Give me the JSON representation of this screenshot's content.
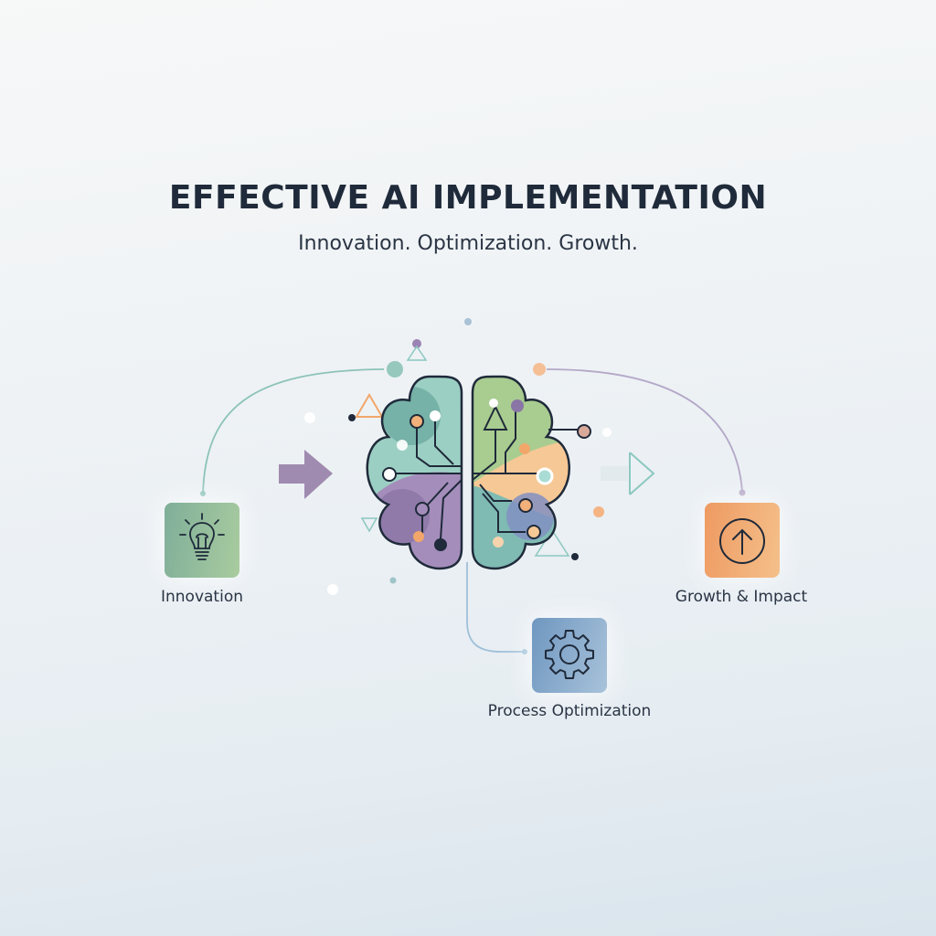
{
  "header": {
    "title": "EFFECTIVE AI IMPLEMENTATION",
    "subtitle": "Innovation. Optimization. Growth."
  },
  "center": {
    "icon": "brain-circuit-icon"
  },
  "nodes": [
    {
      "label": "Innovation",
      "icon": "lightbulb-icon",
      "color_start": "#7fae99",
      "color_end": "#a9cc9f"
    },
    {
      "label": "Process Optimization",
      "icon": "gear-icon",
      "color_start": "#6f97c0",
      "color_end": "#a8c2da"
    },
    {
      "label": "Growth & Impact",
      "icon": "arrow-up-circle-icon",
      "color_start": "#ee9a62",
      "color_end": "#f5c08a"
    }
  ],
  "colors": {
    "text": "#1f2a3a",
    "teal": "#7fbfb3",
    "green": "#a7c98e",
    "purple": "#9b84b3",
    "orange": "#f5b06e",
    "blue": "#7f8fbf",
    "line": "#1f2a3a"
  }
}
